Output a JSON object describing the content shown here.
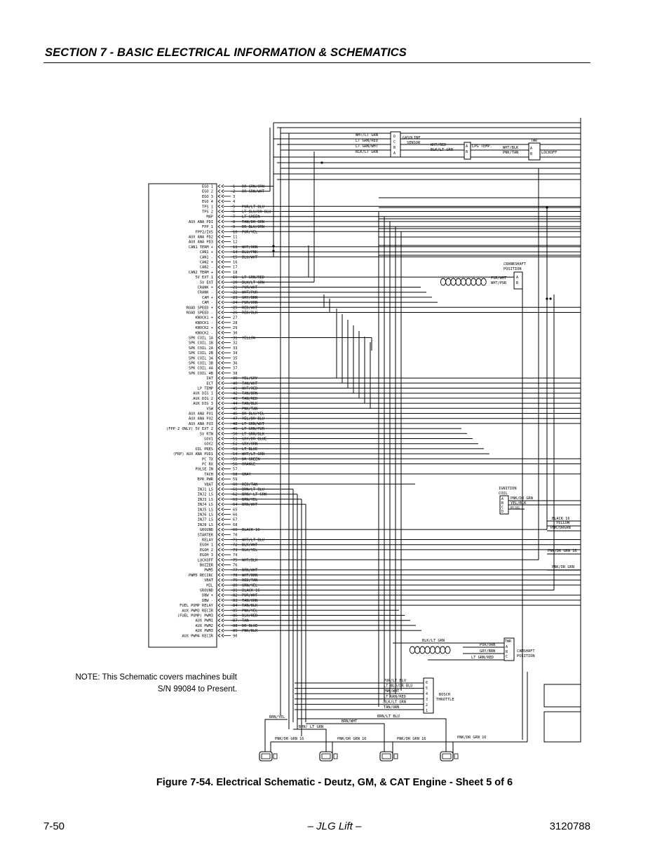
{
  "header": {
    "section_title": "SECTION 7 - BASIC ELECTRICAL INFORMATION & SCHEMATICS"
  },
  "ecu": {
    "pins": [
      {
        "n": "1",
        "func": "EGO 1",
        "wire": "DR GRN/ORN"
      },
      {
        "n": "2",
        "func": "EGO 2",
        "wire": "DR GRN/WHT"
      },
      {
        "n": "3",
        "func": "EGO 3",
        "wire": ""
      },
      {
        "n": "4",
        "func": "EGO 4",
        "wire": ""
      },
      {
        "n": "5",
        "func": "TPS 1",
        "wire": "PUR/LT BLU"
      },
      {
        "n": "6",
        "func": "TPS 2",
        "wire": "LT BLU/DR BLU"
      },
      {
        "n": "7",
        "func": "MAP",
        "wire": "LT GREEN"
      },
      {
        "n": "8",
        "func": "AUX ANA PDI",
        "wire": "TAN/DR GRN"
      },
      {
        "n": "9",
        "func": "FPP 1",
        "wire": "DR BLU/ORN"
      },
      {
        "n": "10",
        "func": "FPP2/IVS",
        "wire": "PUR/YEL"
      },
      {
        "n": "11",
        "func": "AUX ANA PD2",
        "wire": ""
      },
      {
        "n": "12",
        "func": "AUX ANA PD3",
        "wire": ""
      },
      {
        "n": "13",
        "func": "CAN1 TERM +",
        "wire": "WHT/ORN"
      },
      {
        "n": "14",
        "func": "CAN1 +",
        "wire": "BLU/PNK"
      },
      {
        "n": "15",
        "func": "CAN1 -",
        "wire": "BLU/WHT"
      },
      {
        "n": "16",
        "func": "CAN2 +",
        "wire": ""
      },
      {
        "n": "17",
        "func": "CAN2 -",
        "wire": ""
      },
      {
        "n": "18",
        "func": "CAN2 TERM +",
        "wire": ""
      },
      {
        "n": "19",
        "func": "5V EXT 1",
        "wire": "LT GRN/RED"
      },
      {
        "n": "20",
        "func": "5V EXT",
        "wire": "BLK/LT GRN"
      },
      {
        "n": "21",
        "func": "CRANK +",
        "wire": "PUR/WHT"
      },
      {
        "n": "22",
        "func": "CRANK -",
        "wire": "WHT/PUR"
      },
      {
        "n": "23",
        "func": "CAM +",
        "wire": "GRY/BRN"
      },
      {
        "n": "24",
        "func": "CAM -",
        "wire": "PUR/ORN"
      },
      {
        "n": "25",
        "func": "ROAD SPEED +",
        "wire": "RED/WHT"
      },
      {
        "n": "26",
        "func": "ROAD SPEED -",
        "wire": "RED/BLK"
      },
      {
        "n": "27",
        "func": "KNOCK1 +",
        "wire": ""
      },
      {
        "n": "28",
        "func": "KNOCK1 -",
        "wire": ""
      },
      {
        "n": "29",
        "func": "KNOCK2 +",
        "wire": ""
      },
      {
        "n": "30",
        "func": "KNOCK2 -",
        "wire": ""
      },
      {
        "n": "31",
        "func": "SPK COIL 1A",
        "wire": "YELLOW"
      },
      {
        "n": "32",
        "func": "SPK COIL 1B",
        "wire": ""
      },
      {
        "n": "33",
        "func": "SPK COIL 2A",
        "wire": ""
      },
      {
        "n": "34",
        "func": "SPK COIL 2B",
        "wire": ""
      },
      {
        "n": "35",
        "func": "SPK COIL 3A",
        "wire": ""
      },
      {
        "n": "36",
        "func": "SPK COIL 3B",
        "wire": ""
      },
      {
        "n": "37",
        "func": "SPK COIL 4A",
        "wire": ""
      },
      {
        "n": "38",
        "func": "SPK COIL 4B",
        "wire": ""
      },
      {
        "n": "39",
        "func": "IAT",
        "wire": "YEL/GRY"
      },
      {
        "n": "40",
        "func": "ECT",
        "wire": "TAN/WHT"
      },
      {
        "n": "41",
        "func": "LP TEMP",
        "wire": "WHT/RED"
      },
      {
        "n": "42",
        "func": "AUX DIG 1",
        "wire": "TAN/BRN"
      },
      {
        "n": "43",
        "func": "AUX DIG 2",
        "wire": "TAN/RED"
      },
      {
        "n": "44",
        "func": "AUX DIG 3",
        "wire": "TAN/BLK"
      },
      {
        "n": "45",
        "func": "VSW",
        "wire": "PNK/TAN"
      },
      {
        "n": "46",
        "func": "AUX ANA PU1",
        "wire": "DR BLU/YEL"
      },
      {
        "n": "47",
        "func": "AUX ANA PU2",
        "wire": "YEL/DR BLU"
      },
      {
        "n": "48",
        "func": "AUX ANA PU3",
        "wire": "LT GRN/WHT"
      },
      {
        "n": "49",
        "func": "(FPP 2 ONLY) 5V EXT 2",
        "wire": "LT GRN/PUR"
      },
      {
        "n": "50",
        "func": "5V RTN",
        "wire": "LT GRN/BLK"
      },
      {
        "n": "51",
        "func": "GOV1",
        "wire": "GRY/DR BLUE"
      },
      {
        "n": "52",
        "func": "GOV2",
        "wire": "GRY/ORN"
      },
      {
        "n": "53",
        "func": "OIL PRES",
        "wire": "LT BLUE"
      },
      {
        "n": "54",
        "func": "(FRP) AUX ANA PUD1",
        "wire": "WHT/LT GRN"
      },
      {
        "n": "55",
        "func": "PC TX",
        "wire": "DR GREEN"
      },
      {
        "n": "56",
        "func": "PC RX",
        "wire": "ORANGE"
      },
      {
        "n": "57",
        "func": "PULSE IN",
        "wire": ""
      },
      {
        "n": "58",
        "func": "TACH",
        "wire": "GRAY"
      },
      {
        "n": "59",
        "func": "EPR PWR",
        "wire": ""
      },
      {
        "n": "60",
        "func": "VBAT",
        "wire": "RED/TAN"
      },
      {
        "n": "61",
        "func": "INJ1 LS",
        "wire": "BRN/LT BLU"
      },
      {
        "n": "62",
        "func": "INJ2 LS",
        "wire": "BRN/ LT GRN"
      },
      {
        "n": "63",
        "func": "INJ3 LS",
        "wire": "BRN/YEL"
      },
      {
        "n": "64",
        "func": "INJ4 LS",
        "wire": "BRN/WHT"
      },
      {
        "n": "65",
        "func": "INJ5 LS",
        "wire": ""
      },
      {
        "n": "66",
        "func": "INJ6 LS",
        "wire": ""
      },
      {
        "n": "67",
        "func": "INJ7 LS",
        "wire": ""
      },
      {
        "n": "68",
        "func": "INJ8 LS",
        "wire": ""
      },
      {
        "n": "69",
        "func": "GROUND",
        "wire": "BLACK 16"
      },
      {
        "n": "70",
        "func": "STARTER",
        "wire": ""
      },
      {
        "n": "71",
        "func": "RELAY",
        "wire": "WHT/LT BLU"
      },
      {
        "n": "72",
        "func": "EGOH 1",
        "wire": "BLK/WHT"
      },
      {
        "n": "73",
        "func": "EGOH 2",
        "wire": "BLK/YEL"
      },
      {
        "n": "74",
        "func": "EGOH 3",
        "wire": ""
      },
      {
        "n": "75",
        "func": "LOCKOFF",
        "wire": "WHT/BLK"
      },
      {
        "n": "76",
        "func": "BUZZER",
        "wire": ""
      },
      {
        "n": "77",
        "func": "PWM5",
        "wire": "BRN/WHT"
      },
      {
        "n": "78",
        "func": "PWM5 RECIRC",
        "wire": "WHT/BRN"
      },
      {
        "n": "79",
        "func": "VBAT",
        "wire": "RED/TAN"
      },
      {
        "n": "80",
        "func": "MIL",
        "wire": "GRN/YEL"
      },
      {
        "n": "81",
        "func": "GROUND",
        "wire": "BLACK 16"
      },
      {
        "n": "82",
        "func": "DBW +",
        "wire": "PUR/WHT"
      },
      {
        "n": "83",
        "func": "DBW -",
        "wire": "TAN/ORN"
      },
      {
        "n": "84",
        "func": "FUEL PUMP RELAY",
        "wire": "TAN/BLK"
      },
      {
        "n": "85",
        "func": "AUX PWM3 RECIR",
        "wire": "PNK/YEL"
      },
      {
        "n": "86",
        "func": "(FUEL PUMP) PWM3",
        "wire": "BLK/RED"
      },
      {
        "n": "87",
        "func": "AUX PWM1",
        "wire": "TAN"
      },
      {
        "n": "88",
        "func": "AUX PWM2",
        "wire": "DR BLUE"
      },
      {
        "n": "89",
        "func": "AUX PWM3",
        "wire": "PNK/BLK"
      },
      {
        "n": "90",
        "func": "AUX PWM4 RECIR",
        "wire": ""
      }
    ]
  },
  "components": {
    "gasoline_sensor": {
      "label1": "GASOLINE",
      "label2": "SENSOR",
      "pins": [
        "D",
        "C",
        "B",
        "A"
      ],
      "wires": [
        "WHT/LT GRN",
        "LT GRN/RED",
        "LT GRN/WHT",
        "BLK/LT GRN"
      ]
    },
    "lpg_temp": {
      "label": "LPG TEMP.",
      "pins": [
        "A",
        "B"
      ],
      "wires": [
        "WHT/RED",
        "BLK/LT GRN"
      ]
    },
    "lockoff": {
      "label": "LOCKOFF",
      "tag": "TWR",
      "pins": [
        "A",
        "B"
      ],
      "wires": [
        "WHT/BLK",
        "PNK/TAN"
      ]
    },
    "crankshaft": {
      "label1": "CRANKSHAFT",
      "label2": "POSITION",
      "pins": [
        "A",
        "B"
      ],
      "wires": [
        "PUR/WHT",
        "WHT/PUR"
      ]
    },
    "ignition_coil": {
      "label1": "IGNITION",
      "label2": "COIL",
      "pins": [
        "A",
        "B",
        "C",
        "D"
      ],
      "wires": [
        "PNK/DR GRN",
        "YEL/BLK",
        "PLUG"
      ]
    },
    "right_wires": [
      "BLACK 16",
      "YELLOW",
      "PNK/DRGRN",
      "PNK/DR GRN 16",
      "PNK/DR GRN"
    ],
    "camshaft": {
      "label1": "CAMSHAFT",
      "label2": "POSITION",
      "tag": "TWR",
      "pins": [
        "A",
        "B",
        "C"
      ],
      "wires": [
        "BLK/LT GRN",
        "PUR/ORN",
        "GRY/BRN",
        "LT GRN/RED"
      ]
    },
    "bosch_throttle": {
      "label1": "BOSCH",
      "label2": "THROTTLE",
      "pins": [
        "6",
        "5",
        "4",
        "3",
        "2",
        "1"
      ],
      "wires": [
        "PUR/LT BLU",
        "LT BLU/DR BLU",
        "PNK/WHT",
        "LT GRN/RED",
        "BLK/LT GRN",
        "TAN/ORN"
      ]
    },
    "injector_wires": {
      "brn_yel": "BRN/YEL",
      "brn_lt_grn": "BRN/ LT GRN",
      "brn_wht": "BRN/WHT",
      "brn_lt_blu": "BRN/LT BLU",
      "pnk_dr_grn_16": "PNK/DR GRN 16"
    }
  },
  "note": {
    "line1": "NOTE: This Schematic covers machines built",
    "line2": "S/N 99084 to Present."
  },
  "caption": "Figure 7-54.  Electrical Schematic - Deutz, GM, & CAT Engine - Sheet 5 of 6",
  "footer": {
    "page": "7-50",
    "center": "– JLG Lift –",
    "doc": "3120788"
  }
}
